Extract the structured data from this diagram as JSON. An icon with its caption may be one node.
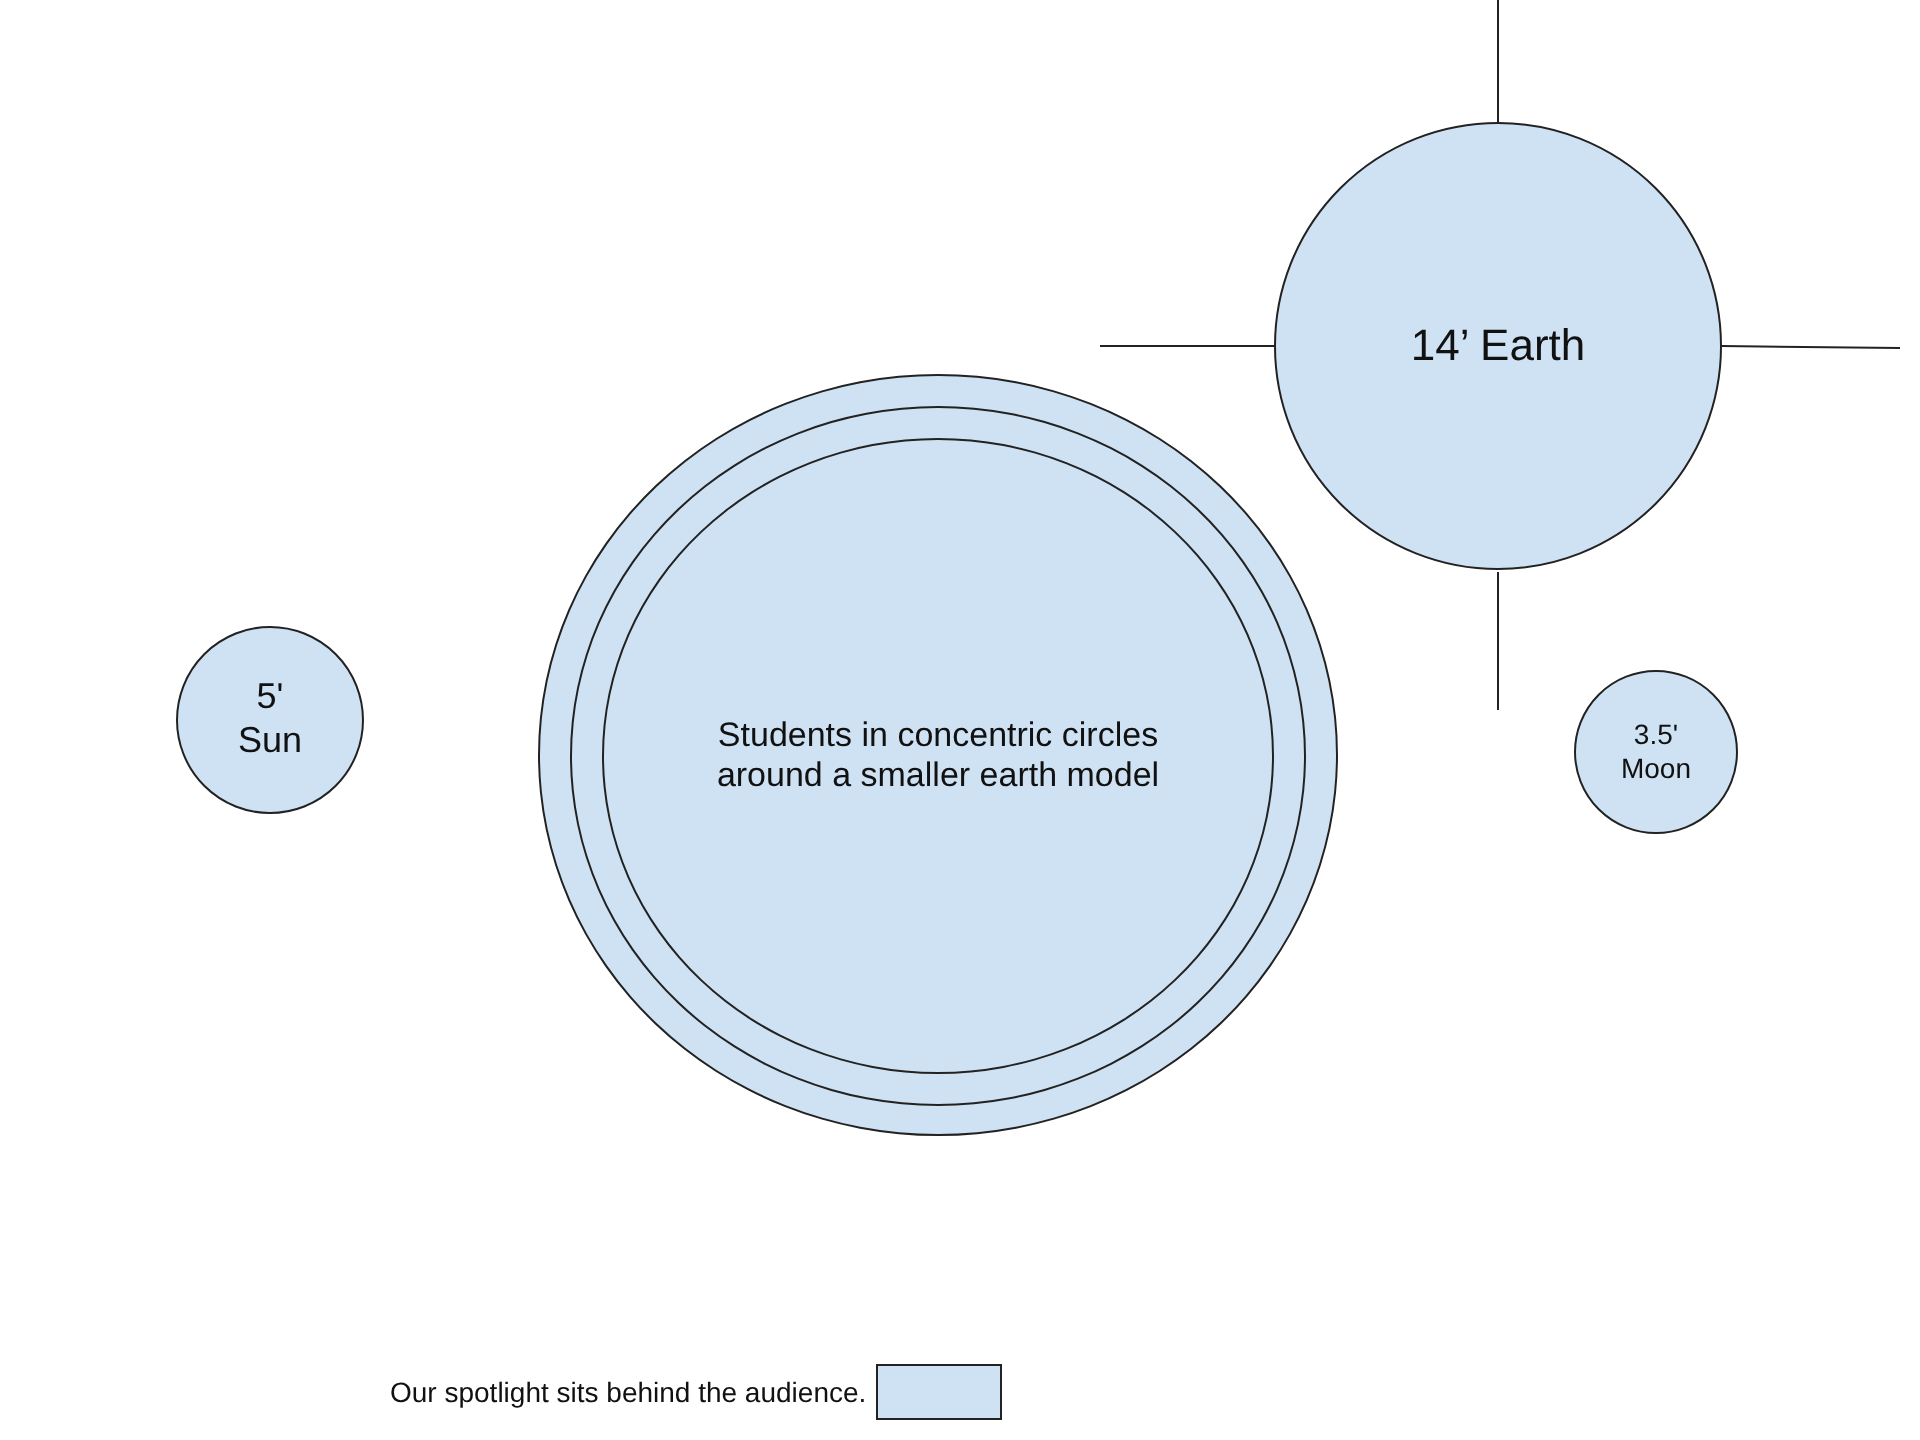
{
  "diagram": {
    "nodes": [
      {
        "text": [
          "14’ Earth"
        ]
      },
      {
        "text": [
          "5' Sun"
        ]
      },
      {
        "text": [],
        "shape": "circle"
      },
      {
        "text": [],
        "shape": "circle",
        "in": 2
      },
      {
        "text": [
          "Students in concentric circles around a smaller earth model"
        ],
        "in": 3
      },
      {
        "text": [
          "3.5' Moon"
        ]
      }
    ],
    "edges": [],
    "legend": [
      {
        "text": "Our spotlight sits behind the audience.",
        "color": "#cfe2f3"
      }
    ]
  }
}
